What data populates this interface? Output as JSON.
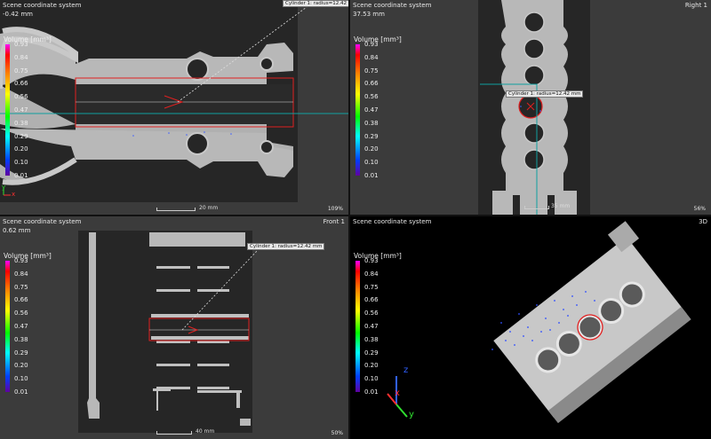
{
  "viewports": {
    "top": {
      "title": "Scene coordinate system",
      "depth": "-0.42 mm",
      "zoom": "109%",
      "scale_label": "20 mm",
      "measurement": "Cylinder 1: radius=12.42 mm",
      "axis_x": "x",
      "axis_y": "y"
    },
    "right": {
      "title": "Scene coordinate system",
      "depth": "37.53 mm",
      "name": "Right 1",
      "zoom": "56%",
      "scale_label": "35 mm",
      "measurement": "Cylinder 1: radius=12.42 mm"
    },
    "front": {
      "title": "Scene coordinate system",
      "depth": "0.62 mm",
      "name": "Front 1",
      "zoom": "50%",
      "scale_label": "40 mm",
      "measurement": "Cylinder 1: radius=12.42 mm"
    },
    "threed": {
      "title": "Scene coordinate system",
      "name": "3D",
      "axis_x": "x",
      "axis_y": "y",
      "axis_z": "z"
    }
  },
  "legend": {
    "title": "Volume [mm³]",
    "ticks": [
      "0.93",
      "0.84",
      "0.75",
      "0.66",
      "0.56",
      "0.47",
      "0.38",
      "0.29",
      "0.20",
      "0.10",
      "0.01"
    ]
  },
  "colors": {
    "accent_red": "#e02020",
    "teal_line": "#10a0a0",
    "background": "#3b3b3b"
  }
}
